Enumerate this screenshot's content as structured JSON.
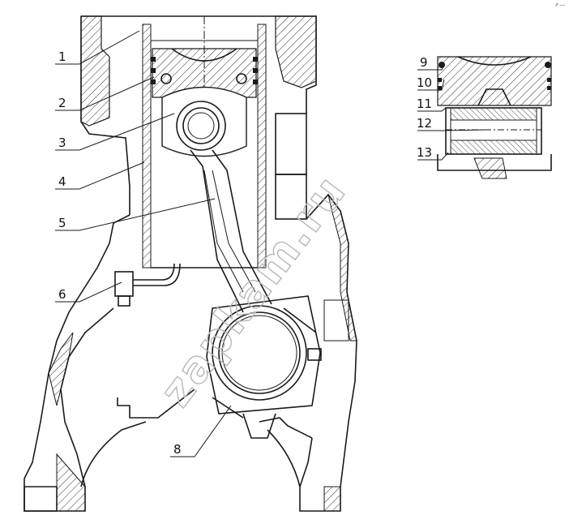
{
  "callouts": [
    {
      "label": "1"
    },
    {
      "label": "2"
    },
    {
      "label": "3"
    },
    {
      "label": "4"
    },
    {
      "label": "5"
    },
    {
      "label": "6"
    },
    {
      "label": "8"
    },
    {
      "label": "9"
    },
    {
      "label": "10"
    },
    {
      "label": "11"
    },
    {
      "label": "12"
    },
    {
      "label": "13"
    }
  ],
  "watermark": "zapkam.ru",
  "corner_mark": "↗ ---"
}
